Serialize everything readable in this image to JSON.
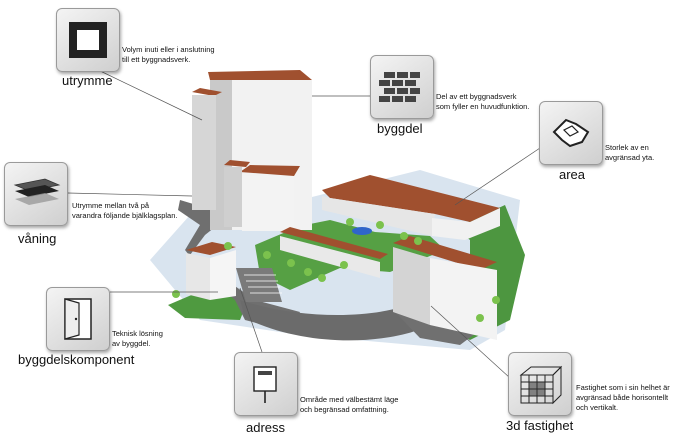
{
  "concepts": {
    "utrymme": {
      "term": "utrymme",
      "description": [
        "Volym inuti eller i anslutning",
        "till ett byggnadsverk."
      ],
      "icon": "room-volume-icon"
    },
    "byggdel": {
      "term": "byggdel",
      "description": [
        "Del av ett byggnadsverk",
        "som fyller en huvudfunktion."
      ],
      "icon": "brick-wall-icon"
    },
    "area": {
      "term": "area",
      "description": [
        "Storlek av en",
        "avgränsad yta."
      ],
      "icon": "floor-outline-icon"
    },
    "vaning": {
      "term": "våning",
      "description": [
        "Utrymme mellan två på",
        "varandra följande bjälklagsplan."
      ],
      "icon": "floor-layers-icon"
    },
    "byggdelskomponent": {
      "term": "byggdelskomponent",
      "description": [
        "Teknisk lösning",
        "av byggdel."
      ],
      "icon": "door-icon"
    },
    "adress": {
      "term": "adress",
      "description": [
        "Område med välbestämt läge",
        "och begränsad omfattning."
      ],
      "icon": "address-sign-icon"
    },
    "fastighet3d": {
      "term": "3d fastighet",
      "description": [
        "Fastighet som i sin helhet är",
        "avgränsad både horisontellt",
        "och vertikalt."
      ],
      "icon": "3d-grid-cube-icon"
    }
  },
  "colors": {
    "roof": "#a0502f",
    "wall": "#f2f2f2",
    "grass": "#4f9a40",
    "road": "#6f6f6f",
    "ground": "#d7e3ef",
    "water": "#2f66c9"
  }
}
